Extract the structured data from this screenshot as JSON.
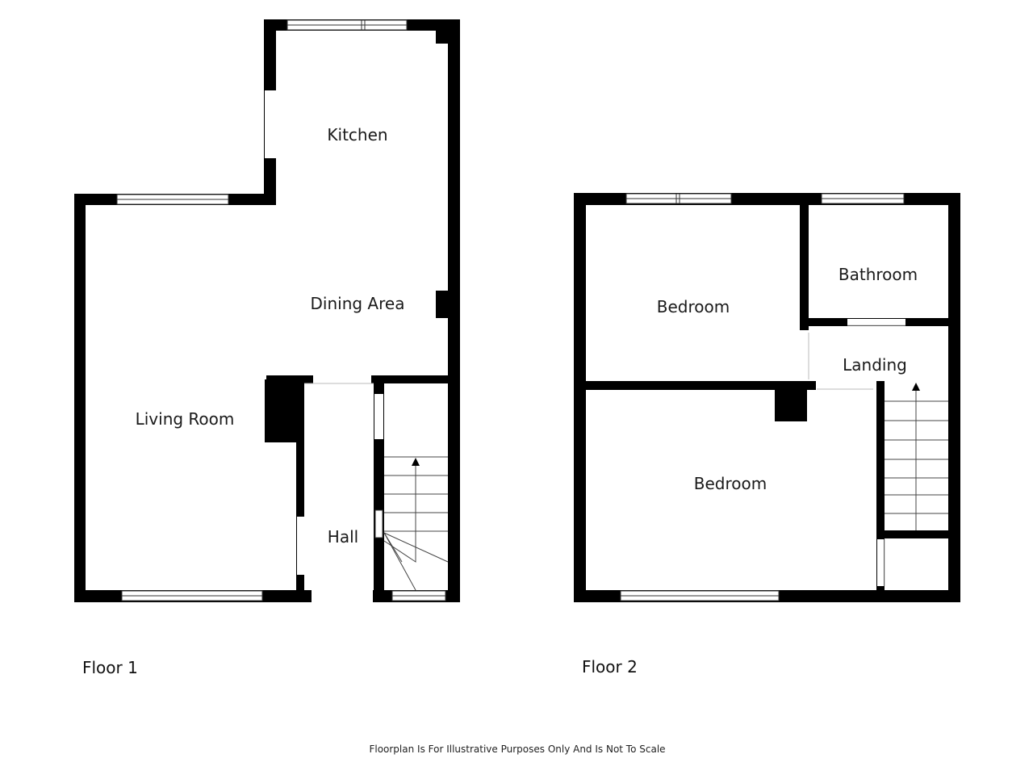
{
  "floors": [
    {
      "label": "Floor 1",
      "rooms": {
        "kitchen": "Kitchen",
        "dining": "Dining Area",
        "living": "Living Room",
        "hall": "Hall"
      }
    },
    {
      "label": "Floor 2",
      "rooms": {
        "bedroom_top": "Bedroom",
        "bathroom": "Bathroom",
        "landing": "Landing",
        "bedroom_main": "Bedroom"
      }
    }
  ],
  "disclaimer": "Floorplan Is For Illustrative Purposes Only And Is Not To Scale",
  "colors": {
    "wall": "#000000",
    "background": "#ffffff",
    "line": "#333333"
  }
}
